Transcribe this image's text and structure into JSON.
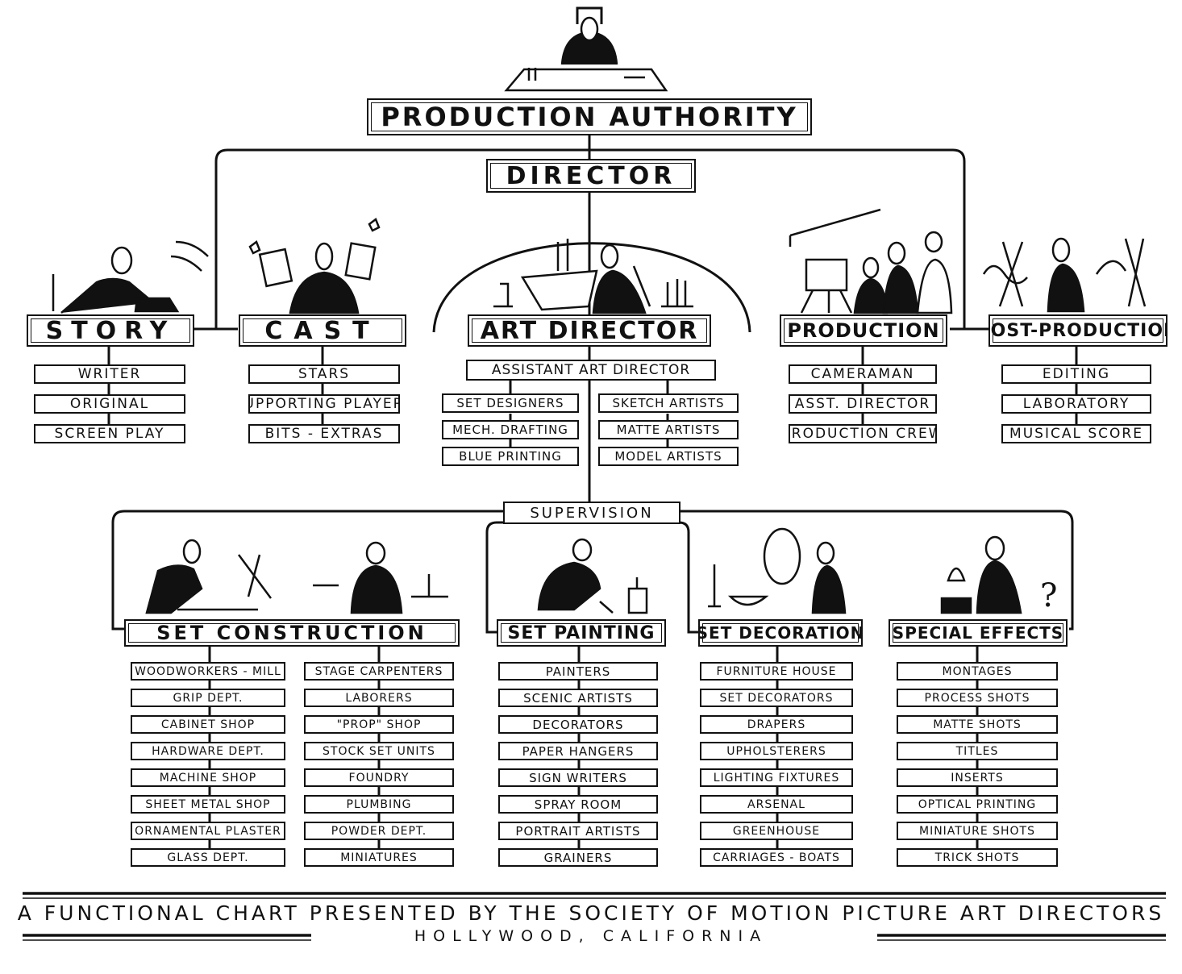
{
  "top": {
    "label": "PRODUCTION AUTHORITY"
  },
  "director": {
    "label": "DIRECTOR"
  },
  "departments": [
    {
      "label": "STORY",
      "items": [
        "WRITER",
        "ORIGINAL",
        "SCREEN PLAY"
      ]
    },
    {
      "label": "CAST",
      "items": [
        "STARS",
        "SUPPORTING PLAYERS",
        "BITS - EXTRAS"
      ]
    },
    {
      "label": "ART DIRECTOR",
      "assistant": "ASSISTANT ART DIRECTOR",
      "left_items": [
        "SET DESIGNERS",
        "MECH. DRAFTING",
        "BLUE PRINTING"
      ],
      "right_items": [
        "SKETCH ARTISTS",
        "MATTE ARTISTS",
        "MODEL ARTISTS"
      ]
    },
    {
      "label": "PRODUCTION",
      "items": [
        "CAMERAMAN",
        "ASST. DIRECTOR",
        "PRODUCTION CREW"
      ]
    },
    {
      "label": "POST-PRODUCTION",
      "items": [
        "EDITING",
        "LABORATORY",
        "MUSICAL SCORE"
      ]
    }
  ],
  "supervision": {
    "label": "SUPERVISION"
  },
  "set_construction": {
    "label": "SET CONSTRUCTION",
    "left_items": [
      "WOODWORKERS - MILL",
      "GRIP DEPT.",
      "CABINET SHOP",
      "HARDWARE DEPT.",
      "MACHINE SHOP",
      "SHEET METAL SHOP",
      "ORNAMENTAL PLASTER",
      "GLASS DEPT."
    ],
    "right_items": [
      "STAGE CARPENTERS",
      "LABORERS",
      "\"PROP\" SHOP",
      "STOCK SET UNITS",
      "FOUNDRY",
      "PLUMBING",
      "POWDER DEPT.",
      "MINIATURES"
    ]
  },
  "set_painting": {
    "label": "SET PAINTING",
    "items": [
      "PAINTERS",
      "SCENIC ARTISTS",
      "DECORATORS",
      "PAPER HANGERS",
      "SIGN WRITERS",
      "SPRAY ROOM",
      "PORTRAIT ARTISTS",
      "GRAINERS"
    ]
  },
  "set_decoration": {
    "label": "SET DECORATION",
    "items": [
      "FURNITURE HOUSE",
      "SET DECORATORS",
      "DRAPERS",
      "UPHOLSTERERS",
      "LIGHTING FIXTURES",
      "ARSENAL",
      "GREENHOUSE",
      "CARRIAGES - BOATS"
    ]
  },
  "special_effects": {
    "label": "SPECIAL EFFECTS",
    "items": [
      "MONTAGES",
      "PROCESS SHOTS",
      "MATTE SHOTS",
      "TITLES",
      "INSERTS",
      "OPTICAL PRINTING",
      "MINIATURE SHOTS",
      "TRICK SHOTS"
    ]
  },
  "footer": {
    "title": "A FUNCTIONAL CHART PRESENTED BY THE SOCIETY OF MOTION PICTURE ART DIRECTORS",
    "subtitle": "HOLLYWOOD, CALIFORNIA"
  }
}
